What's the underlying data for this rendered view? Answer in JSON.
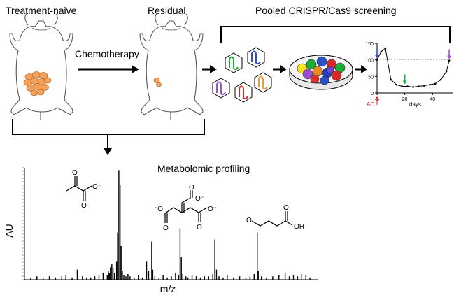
{
  "labels": {
    "treatment_naive": "Treatment-naive",
    "residual": "Residual",
    "chemotherapy": "Chemotherapy",
    "pooled_screening": "Pooled  CRISPR/Cas9 screening",
    "metabolomic_profiling": "Metabolomic  profiling",
    "spectrum_ylabel": "AU",
    "spectrum_xlabel": "m/z"
  },
  "molecules": {
    "pyruvate_charge": "O⁻",
    "aconitate_charge_top": "O⁻",
    "aconitate_charge_left": "⁻O",
    "aconitate_charge_right": "O⁻",
    "semialdehyde_aldehyde": "O",
    "semialdehyde_acid": "OH"
  },
  "inset_chart": {
    "type": "line",
    "x": [
      0,
      3,
      6,
      10,
      14,
      18,
      22,
      26,
      30,
      34,
      38,
      42,
      46,
      50,
      52
    ],
    "y": [
      100,
      125,
      135,
      40,
      25,
      20,
      20,
      18,
      20,
      22,
      25,
      28,
      40,
      65,
      98
    ],
    "xlim": [
      0,
      55
    ],
    "ylim": [
      0,
      150
    ],
    "xticks": [
      "0",
      "20",
      "40"
    ],
    "yticks": [
      "0",
      "50",
      "100",
      "150"
    ],
    "xlabel": "days",
    "reference_line": 100,
    "treatment_marker": "AC",
    "arrow_days": [
      0,
      20,
      52
    ],
    "arrow_colors": [
      "#2b50c8",
      "#1faa3a",
      "#9b4fd0"
    ]
  },
  "spectrum": {
    "peaks": [
      [
        0.02,
        0.02
      ],
      [
        0.05,
        0.03
      ],
      [
        0.08,
        0.02
      ],
      [
        0.11,
        0.03
      ],
      [
        0.14,
        0.02
      ],
      [
        0.17,
        0.03
      ],
      [
        0.19,
        0.04
      ],
      [
        0.22,
        0.02
      ],
      [
        0.245,
        0.09
      ],
      [
        0.27,
        0.03
      ],
      [
        0.29,
        0.02
      ],
      [
        0.31,
        0.02
      ],
      [
        0.33,
        0.03
      ],
      [
        0.35,
        0.04
      ],
      [
        0.37,
        0.06
      ],
      [
        0.39,
        0.04
      ],
      [
        0.395,
        0.08
      ],
      [
        0.4,
        0.06
      ],
      [
        0.405,
        0.11
      ],
      [
        0.412,
        0.14
      ],
      [
        0.418,
        0.1
      ],
      [
        0.425,
        0.06
      ],
      [
        0.435,
        0.16
      ],
      [
        0.44,
        0.42
      ],
      [
        0.446,
        0.98
      ],
      [
        0.452,
        0.85
      ],
      [
        0.457,
        0.3
      ],
      [
        0.463,
        0.08
      ],
      [
        0.47,
        0.04
      ],
      [
        0.48,
        0.03
      ],
      [
        0.49,
        0.05
      ],
      [
        0.5,
        0.03
      ],
      [
        0.52,
        0.02
      ],
      [
        0.54,
        0.04
      ],
      [
        0.56,
        0.02
      ],
      [
        0.58,
        0.16
      ],
      [
        0.59,
        0.08
      ],
      [
        0.605,
        0.34
      ],
      [
        0.61,
        0.09
      ],
      [
        0.62,
        0.03
      ],
      [
        0.64,
        0.02
      ],
      [
        0.66,
        0.04
      ],
      [
        0.68,
        0.02
      ],
      [
        0.7,
        0.03
      ],
      [
        0.72,
        0.06
      ],
      [
        0.735,
        0.04
      ],
      [
        0.742,
        0.46
      ],
      [
        0.748,
        0.2
      ],
      [
        0.755,
        0.05
      ],
      [
        0.77,
        0.03
      ],
      [
        0.78,
        0.02
      ],
      [
        0.8,
        0.04
      ],
      [
        0.82,
        0.03
      ],
      [
        0.84,
        0.02
      ],
      [
        0.86,
        0.03
      ],
      [
        0.88,
        0.03
      ],
      [
        0.9,
        0.05
      ],
      [
        0.91,
        0.36
      ],
      [
        0.918,
        0.09
      ],
      [
        0.93,
        0.03
      ],
      [
        0.95,
        0.02
      ],
      [
        0.97,
        0.04
      ],
      [
        1.0,
        0.02
      ],
      [
        1.03,
        0.03
      ],
      [
        1.06,
        0.02
      ],
      [
        1.08,
        0.03
      ],
      [
        1.1,
        0.05
      ],
      [
        1.115,
        0.42
      ],
      [
        1.12,
        0.08
      ],
      [
        1.135,
        0.03
      ],
      [
        1.16,
        0.02
      ],
      [
        1.19,
        0.03
      ],
      [
        1.22,
        0.04
      ],
      [
        1.25,
        0.06
      ],
      [
        1.27,
        0.03
      ],
      [
        1.29,
        0.04
      ],
      [
        1.31,
        0.03
      ],
      [
        1.33,
        0.05
      ],
      [
        1.35,
        0.04
      ],
      [
        1.37,
        0.02
      ]
    ]
  },
  "colors": {
    "tumor_fill": "#f2a25c",
    "tumor_stroke": "#c46a26",
    "spectrum_bar": "#000000",
    "guide_blue": "#2b50c8",
    "guide_green": "#1faa3a",
    "guide_purple": "#9b4fd0",
    "guide_red": "#d62828",
    "guide_orange": "#f0a020",
    "ac_marker": "#e02020",
    "dish_colors": [
      "#f5e61c",
      "#1faa3a",
      "#2b50c8",
      "#d62828",
      "#9b4fd0",
      "#f08a20",
      "#1f3fbf",
      "#21b14c",
      "#e0302a",
      "#7a3fc8"
    ]
  }
}
